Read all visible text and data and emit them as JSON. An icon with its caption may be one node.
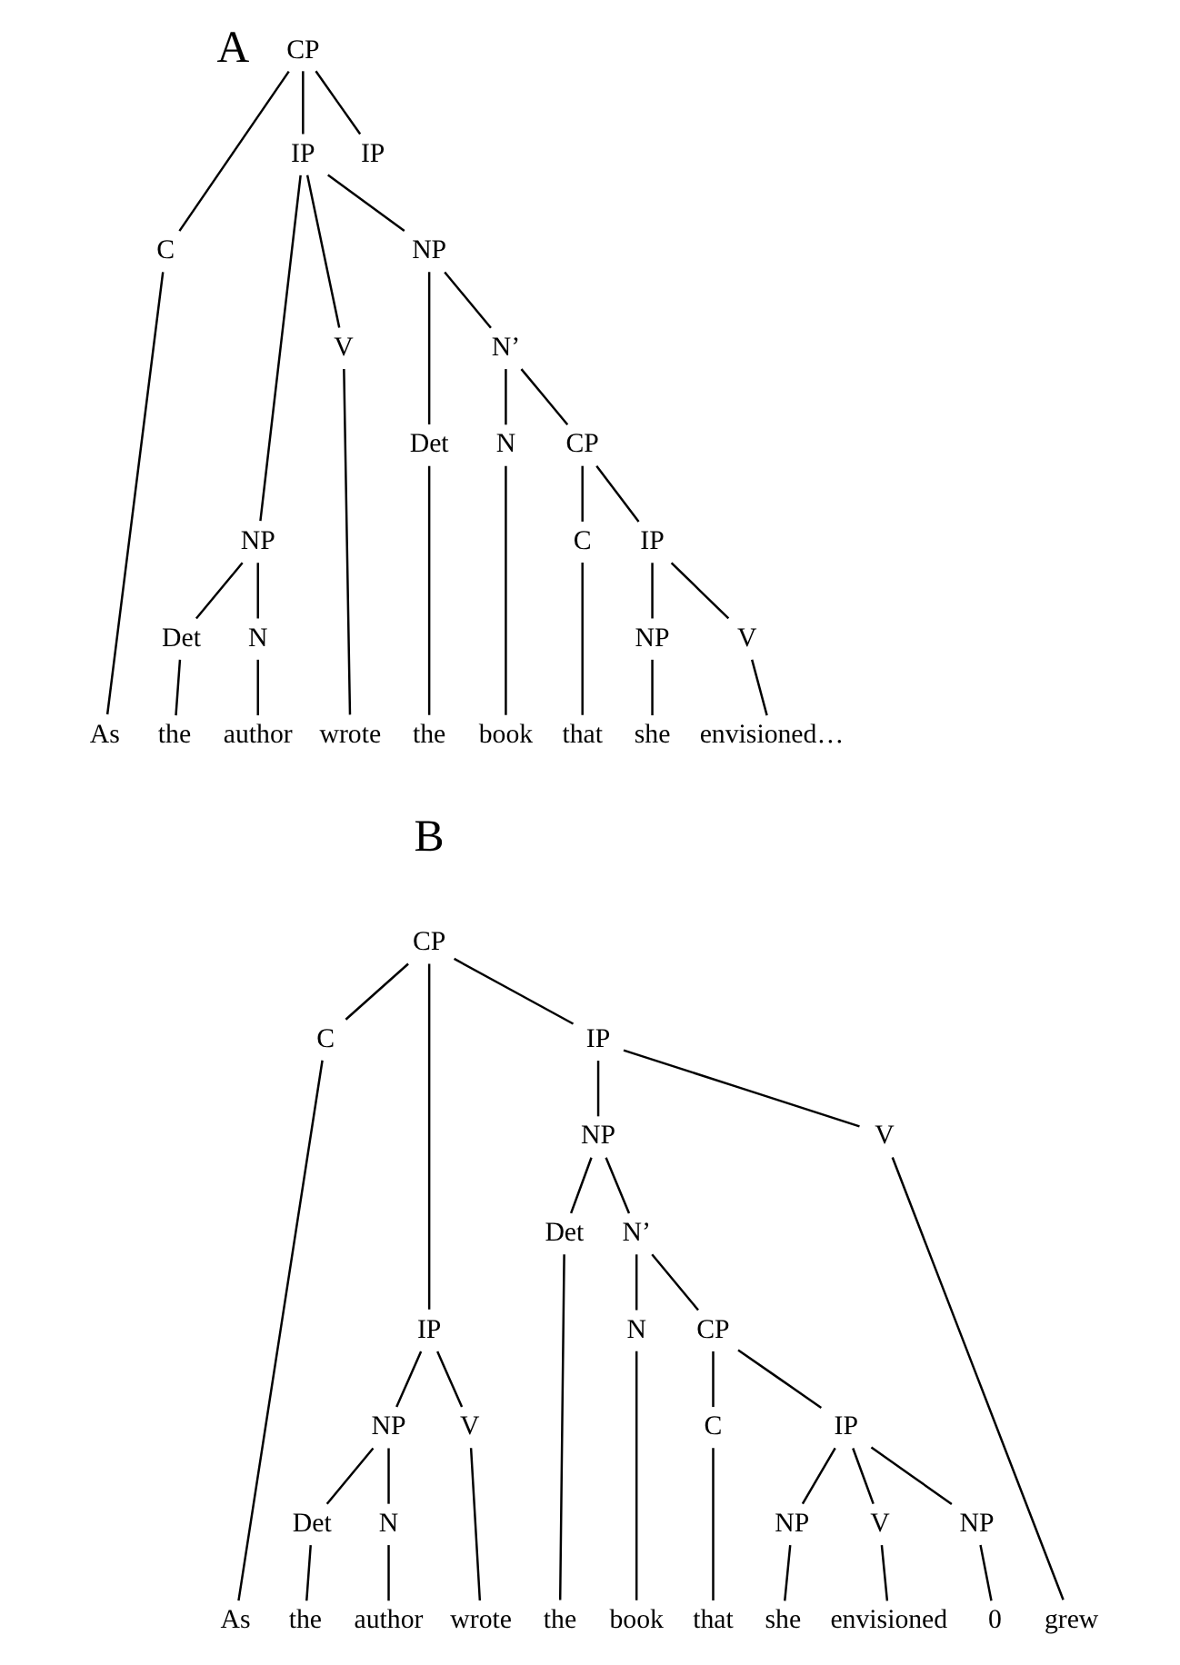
{
  "diagram": {
    "nodes": [
      {
        "text": [
          "CP"
        ]
      },
      {
        "text": [
          "C"
        ]
      },
      {
        "text": [
          "IP"
        ]
      },
      {
        "text": [
          "IP"
        ]
      },
      {
        "text": [
          "NP"
        ]
      },
      {
        "text": [
          "V"
        ]
      },
      {
        "text": [
          "NP"
        ]
      },
      {
        "text": [
          "Det"
        ]
      },
      {
        "text": [
          "N"
        ]
      },
      {
        "text": [
          "Det"
        ]
      },
      {
        "text": [
          "N’"
        ]
      },
      {
        "text": [
          "N"
        ]
      },
      {
        "text": [
          "CP"
        ]
      },
      {
        "text": [
          "C"
        ]
      },
      {
        "text": [
          "IP"
        ]
      },
      {
        "text": [
          "NP"
        ]
      },
      {
        "text": [
          "V"
        ]
      },
      {
        "text": [
          "As"
        ]
      },
      {
        "text": [
          "the"
        ]
      },
      {
        "text": [
          "author"
        ]
      },
      {
        "text": [
          "wrote"
        ]
      },
      {
        "text": [
          "the"
        ]
      },
      {
        "text": [
          "book"
        ]
      },
      {
        "text": [
          "that"
        ]
      },
      {
        "text": [
          "she"
        ]
      },
      {
        "text": [
          "envisioned…"
        ]
      },
      {
        "text": [
          "CP"
        ]
      },
      {
        "text": [
          "C"
        ]
      },
      {
        "text": [
          "IP"
        ]
      },
      {
        "text": [
          "IP"
        ]
      },
      {
        "text": [
          "NP"
        ]
      },
      {
        "text": [
          "V"
        ]
      },
      {
        "text": [
          "NP"
        ]
      },
      {
        "text": [
          "V"
        ]
      },
      {
        "text": [
          "Det"
        ]
      },
      {
        "text": [
          "N"
        ]
      },
      {
        "text": [
          "Det"
        ]
      },
      {
        "text": [
          "N’"
        ]
      },
      {
        "text": [
          "N"
        ]
      },
      {
        "text": [
          "CP"
        ]
      },
      {
        "text": [
          "C"
        ]
      },
      {
        "text": [
          "IP"
        ]
      },
      {
        "text": [
          "NP"
        ]
      },
      {
        "text": [
          "V"
        ]
      },
      {
        "text": [
          "NP"
        ]
      },
      {
        "text": [
          "As"
        ]
      },
      {
        "text": [
          "the"
        ]
      },
      {
        "text": [
          "author"
        ]
      },
      {
        "text": [
          "wrote"
        ]
      },
      {
        "text": [
          "the"
        ]
      },
      {
        "text": [
          "book"
        ]
      },
      {
        "text": [
          "that"
        ]
      },
      {
        "text": [
          "she"
        ]
      },
      {
        "text": [
          "envisioned"
        ]
      },
      {
        "text": [
          "0"
        ]
      },
      {
        "text": [
          "grew"
        ]
      }
    ],
    "edges": [
      {
        "from": 0,
        "to": 1,
        "arrow": "none"
      },
      {
        "from": 0,
        "to": 2,
        "arrow": "none"
      },
      {
        "from": 0,
        "to": 3,
        "arrow": "none"
      },
      {
        "from": 2,
        "to": 4,
        "arrow": "none"
      },
      {
        "from": 2,
        "to": 5,
        "arrow": "none"
      },
      {
        "from": 2,
        "to": 6,
        "arrow": "none"
      },
      {
        "from": 4,
        "to": 7,
        "arrow": "none"
      },
      {
        "from": 4,
        "to": 8,
        "arrow": "none"
      },
      {
        "from": 6,
        "to": 9,
        "arrow": "none"
      },
      {
        "from": 6,
        "to": 10,
        "arrow": "none"
      },
      {
        "from": 10,
        "to": 11,
        "arrow": "none"
      },
      {
        "from": 10,
        "to": 12,
        "arrow": "none"
      },
      {
        "from": 12,
        "to": 13,
        "arrow": "none"
      },
      {
        "from": 12,
        "to": 14,
        "arrow": "none"
      },
      {
        "from": 14,
        "to": 15,
        "arrow": "none"
      },
      {
        "from": 14,
        "to": 16,
        "arrow": "none"
      },
      {
        "from": 1,
        "to": 17,
        "arrow": "none"
      },
      {
        "from": 7,
        "to": 18,
        "arrow": "none"
      },
      {
        "from": 8,
        "to": 19,
        "arrow": "none"
      },
      {
        "from": 5,
        "to": 20,
        "arrow": "none"
      },
      {
        "from": 9,
        "to": 21,
        "arrow": "none"
      },
      {
        "from": 11,
        "to": 22,
        "arrow": "none"
      },
      {
        "from": 13,
        "to": 23,
        "arrow": "none"
      },
      {
        "from": 15,
        "to": 24,
        "arrow": "none"
      },
      {
        "from": 16,
        "to": 25,
        "arrow": "none"
      },
      {
        "from": 26,
        "to": 27,
        "arrow": "none"
      },
      {
        "from": 26,
        "to": 28,
        "arrow": "none"
      },
      {
        "from": 26,
        "to": 29,
        "arrow": "none"
      },
      {
        "from": 28,
        "to": 30,
        "arrow": "none"
      },
      {
        "from": 28,
        "to": 31,
        "arrow": "none"
      },
      {
        "from": 29,
        "to": 32,
        "arrow": "none"
      },
      {
        "from": 29,
        "to": 33,
        "arrow": "none"
      },
      {
        "from": 30,
        "to": 34,
        "arrow": "none"
      },
      {
        "from": 30,
        "to": 35,
        "arrow": "none"
      },
      {
        "from": 32,
        "to": 36,
        "arrow": "none"
      },
      {
        "from": 32,
        "to": 37,
        "arrow": "none"
      },
      {
        "from": 37,
        "to": 38,
        "arrow": "none"
      },
      {
        "from": 37,
        "to": 39,
        "arrow": "none"
      },
      {
        "from": 39,
        "to": 40,
        "arrow": "none"
      },
      {
        "from": 39,
        "to": 41,
        "arrow": "none"
      },
      {
        "from": 41,
        "to": 42,
        "arrow": "none"
      },
      {
        "from": 41,
        "to": 43,
        "arrow": "none"
      },
      {
        "from": 41,
        "to": 44,
        "arrow": "none"
      },
      {
        "from": 27,
        "to": 45,
        "arrow": "none"
      },
      {
        "from": 34,
        "to": 46,
        "arrow": "none"
      },
      {
        "from": 35,
        "to": 47,
        "arrow": "none"
      },
      {
        "from": 31,
        "to": 48,
        "arrow": "none"
      },
      {
        "from": 36,
        "to": 49,
        "arrow": "none"
      },
      {
        "from": 38,
        "to": 50,
        "arrow": "none"
      },
      {
        "from": 40,
        "to": 51,
        "arrow": "none"
      },
      {
        "from": 42,
        "to": 52,
        "arrow": "none"
      },
      {
        "from": 43,
        "to": 53,
        "arrow": "none"
      },
      {
        "from": 44,
        "to": 54,
        "arrow": "none"
      },
      {
        "from": 33,
        "to": 55,
        "arrow": "none"
      }
    ],
    "labels": [
      "A",
      "B"
    ]
  }
}
